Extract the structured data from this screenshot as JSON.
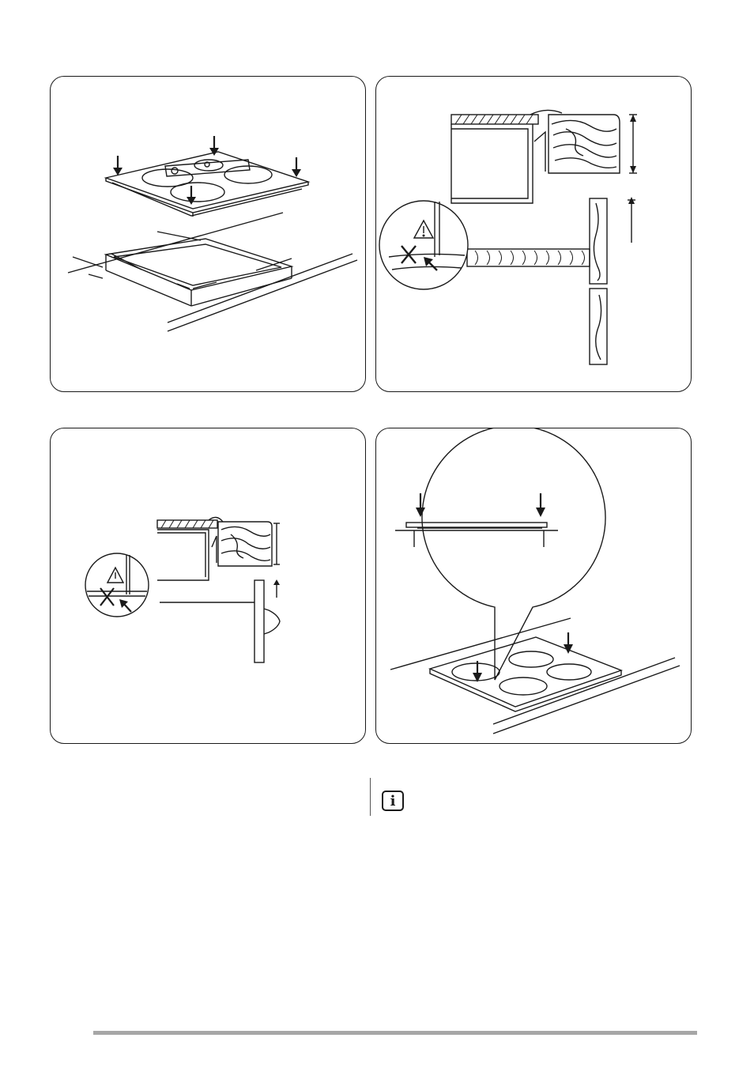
{
  "figures": [
    {
      "name": "hob-placement-seal"
    },
    {
      "name": "worktop-cabinet-clearance-warning"
    },
    {
      "name": "oven-below-clearance-warning"
    },
    {
      "name": "hob-pressed-into-cutout"
    }
  ],
  "note": {
    "icon": "info-icon",
    "text": ""
  },
  "colors": {
    "line": "#1a1a1a",
    "footer_rule": "#a6a6a6"
  }
}
